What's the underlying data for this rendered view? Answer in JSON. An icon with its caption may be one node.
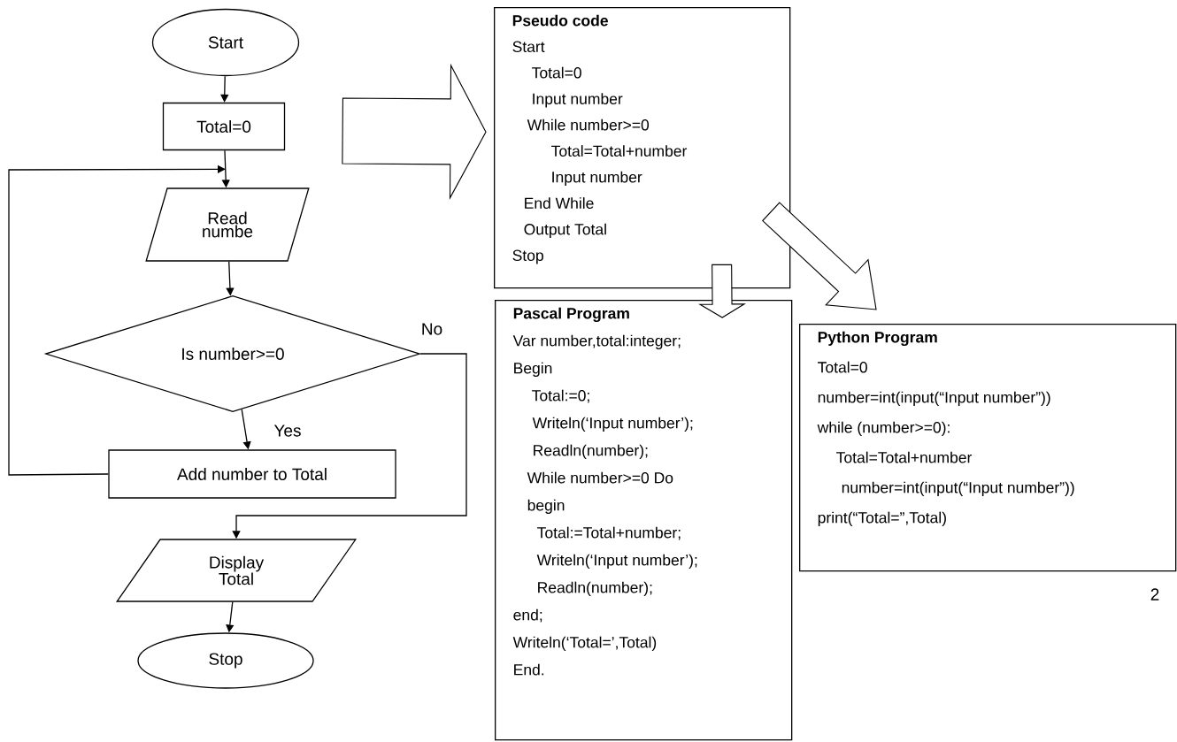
{
  "diagram": {
    "nodes": [
      {
        "text": [
          "Start"
        ]
      },
      {
        "text": [
          "Total=0"
        ]
      },
      {
        "text": [
          "Read numbe"
        ]
      },
      {
        "text": [
          "Is number>=0"
        ]
      },
      {
        "text": [
          "Add number to Total"
        ]
      },
      {
        "text": [
          "Display Total"
        ]
      },
      {
        "text": [
          "Stop"
        ]
      },
      {
        "text": [
          "Pseudo code",
          "Start",
          "Total=0",
          "Input number",
          "While number>=0",
          "Total=Total+number",
          "Input number",
          "End While",
          "Output Total",
          "Stop"
        ]
      },
      {
        "text": [
          "Pascal Program",
          "Var number,total:integer;",
          "Begin",
          "Total:=0;",
          "Writeln(‘Input number’);",
          "Readln(number);",
          "While number>=0 Do",
          "begin",
          "Total:=Total+number;",
          "Writeln(‘Input number’);",
          "Readln(number);",
          "end;",
          "Writeln(‘Total=’,Total)",
          "End."
        ]
      },
      {
        "text": [
          "Python Program",
          "Total=0",
          "number=int(input(“Input number”))",
          "while (number>=0):",
          "Total=Total+number",
          "number=int(input(“Input number”))",
          "print(“Total=”,Total)"
        ]
      }
    ],
    "edges": [
      {
        "from": 0,
        "to": 1,
        "arrow": "to"
      },
      {
        "from": 1,
        "to": 2,
        "arrow": "to"
      },
      {
        "from": 2,
        "to": 3,
        "arrow": "to"
      },
      {
        "from": 3,
        "to": 4,
        "arrow": "to",
        "label": "Yes"
      },
      {
        "from": 4,
        "to": 2,
        "arrow": "to"
      },
      {
        "from": 3,
        "to": 5,
        "arrow": "to",
        "label": "No"
      },
      {
        "from": 5,
        "to": 6,
        "arrow": "to"
      },
      {
        "from": 1,
        "to": 7,
        "arrow": "to"
      },
      {
        "from": 7,
        "to": 8,
        "arrow": "to"
      },
      {
        "from": 7,
        "to": 9,
        "arrow": "to"
      }
    ],
    "labels": [
      "2"
    ]
  }
}
